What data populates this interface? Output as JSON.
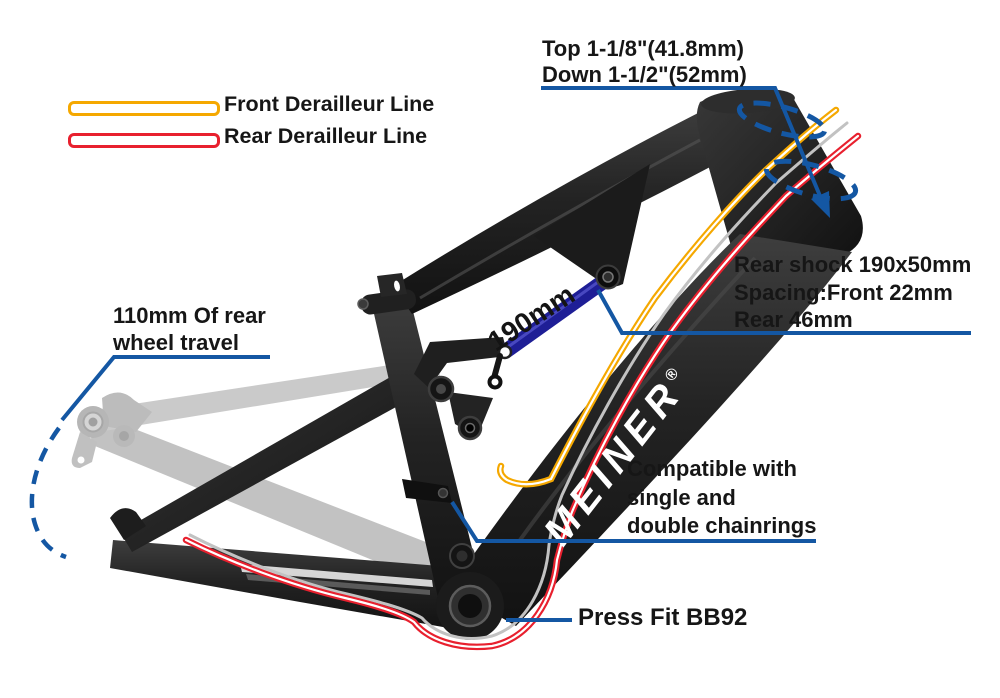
{
  "legend": {
    "items": [
      {
        "id": "front",
        "label": "Front Derailleur Line",
        "color": "#F5A800"
      },
      {
        "id": "rear",
        "label": "Rear Derailleur Line",
        "color": "#E8202E"
      }
    ]
  },
  "annotations": {
    "headset": {
      "line1": "Top 1-1/8\"(41.8mm)",
      "line2": "Down 1-1/2\"(52mm)"
    },
    "wheel_travel": {
      "line1": "110mm Of rear",
      "line2": "wheel travel"
    },
    "rear_shock": {
      "line1": "Rear shock 190x50mm",
      "line2": "Spacing:Front 22mm",
      "line3": "Rear 46mm"
    },
    "shock_length": {
      "label": "190mm"
    },
    "chainrings": {
      "line1": "Compatible with",
      "line2": "single and",
      "line3": "double chainrings"
    },
    "bottom_bracket": {
      "label": "Press Fit BB92"
    }
  },
  "frame": {
    "brand": "MEINER",
    "registered_mark": "®"
  },
  "colors": {
    "leader_blue": "#1457A3",
    "front_derailleur_line": "#F5A800",
    "rear_derailleur_line": "#E8202E",
    "shock_blue": "#1E1E96",
    "frame_dark": "#1b1b1b",
    "ghost_gray": "#ababab"
  }
}
